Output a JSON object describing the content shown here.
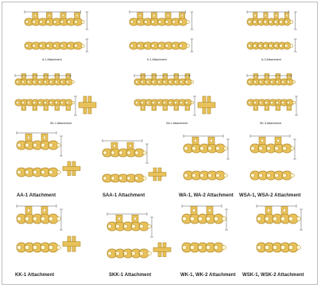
{
  "figure": {
    "labels": {
      "a1_small": "A-1 Attachment",
      "k1_small": "K-1 Attachment",
      "a3_small": "A-3 Attachment",
      "sk1_small": "SK-1 Attachment",
      "sa1_small": "SA-1 Attachment",
      "sk3_small": "SK-3 Attachment",
      "aa1": "AA-1 Attachment",
      "saa1": "SAA-1 Attachment",
      "wa": "WA-1, WA-2 Attachment",
      "wsa": "WSA-1, WSA-2 Attachment",
      "kk1": "KK-1 Attachment",
      "skk1": "SKK-1 Attachment",
      "wk": "WK-1, WK-2 Attachment",
      "wsk": "WSK-1, WSK-2 Attachment"
    },
    "colors": {
      "link": "#e8c15a",
      "link_dark": "#b08a28",
      "line": "#333333",
      "frame": "#bdbdbd"
    }
  }
}
